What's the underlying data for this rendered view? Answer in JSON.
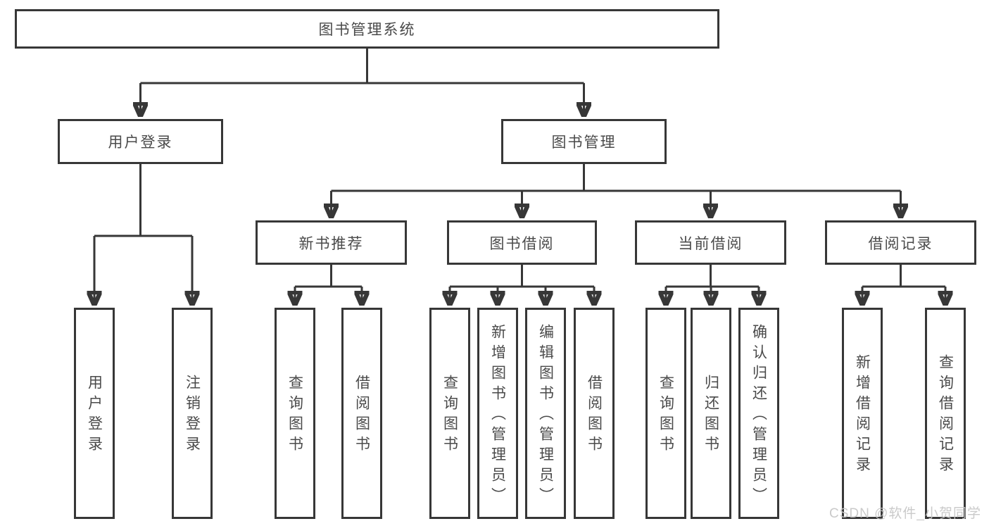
{
  "diagram": {
    "root": {
      "label": "图书管理系统",
      "children": [
        {
          "label": "用户登录",
          "children": [
            {
              "label": "用户登录"
            },
            {
              "label": "注销登录"
            }
          ]
        },
        {
          "label": "图书管理",
          "children": [
            {
              "label": "新书推荐",
              "children": [
                {
                  "label": "查询图书"
                },
                {
                  "label": "借阅图书"
                }
              ]
            },
            {
              "label": "图书借阅",
              "children": [
                {
                  "label": "查询图书"
                },
                {
                  "label": "新增图书（管理员）"
                },
                {
                  "label": "编辑图书（管理员）"
                },
                {
                  "label": "借阅图书"
                }
              ]
            },
            {
              "label": "当前借阅",
              "children": [
                {
                  "label": "查询图书"
                },
                {
                  "label": "归还图书"
                },
                {
                  "label": "确认归还（管理员）"
                }
              ]
            },
            {
              "label": "借阅记录",
              "children": [
                {
                  "label": "新增借阅记录"
                },
                {
                  "label": "查询借阅记录"
                }
              ]
            }
          ]
        }
      ]
    }
  },
  "watermark": {
    "text": "CSDN @软件_小贺同学"
  },
  "colors": {
    "line": "#373737",
    "text": "#4a4a4a",
    "watermark": "#c6c6c6",
    "background": "#ffffff"
  }
}
